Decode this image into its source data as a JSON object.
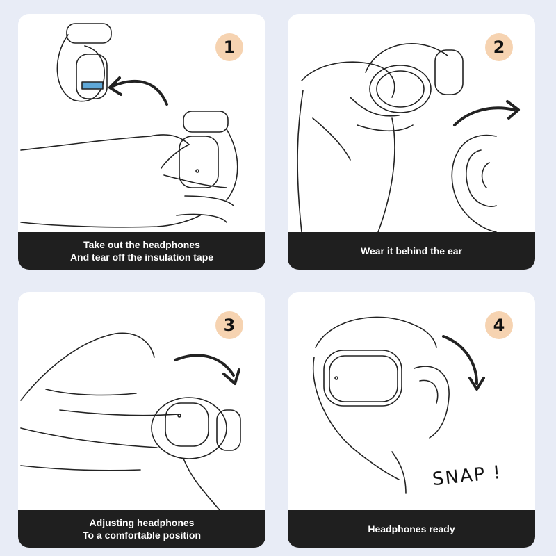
{
  "steps": [
    {
      "number": "1",
      "caption_line1": "Take out the headphones",
      "caption_line2": "And tear off the insulation tape"
    },
    {
      "number": "2",
      "caption_line1": "Wear it behind the ear",
      "caption_line2": ""
    },
    {
      "number": "3",
      "caption_line1": "Adjusting headphones",
      "caption_line2": "To a comfortable position"
    },
    {
      "number": "4",
      "caption_line1": "Headphones ready",
      "caption_line2": ""
    }
  ],
  "step4_sound_text": "SNAP !",
  "colors": {
    "background": "#e8ecf6",
    "card": "#ffffff",
    "badge": "#f6d3b1",
    "caption_bar": "#1f1f1f",
    "insulation_tape": "#5fa8d8"
  }
}
